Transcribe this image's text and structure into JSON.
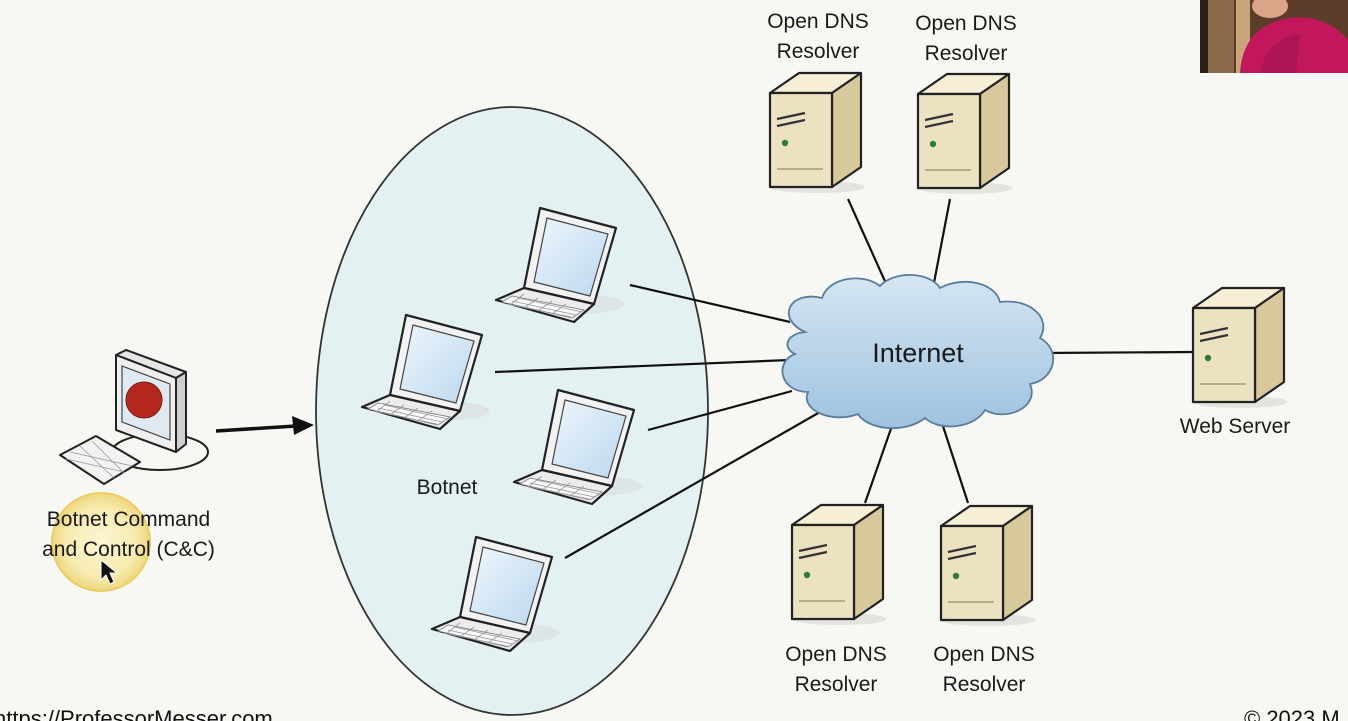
{
  "nodes": {
    "cnc_label": "Botnet Command\nand Control (C&C)",
    "botnet_label": "Botnet",
    "internet_label": "Internet",
    "web_server_label": "Web Server",
    "dns_top_left_label": "Open DNS\nResolver",
    "dns_top_right_label": "Open DNS\nResolver",
    "dns_bottom_left_label": "Open DNS\nResolver",
    "dns_bottom_right_label": "Open DNS\nResolver"
  },
  "footer": {
    "url": "https://ProfessorMesser.com",
    "copyright": "© 2023 M"
  },
  "colors": {
    "background": "#f7f7f4",
    "botnet_fill": "#e3f1f3",
    "cloud_fill": "#b7d2e8",
    "server_fill": "#ece2c2",
    "laptop_screen": "#d6e9f7",
    "cnc_marker": "#b5261c",
    "highlight": "#f6e48a"
  }
}
